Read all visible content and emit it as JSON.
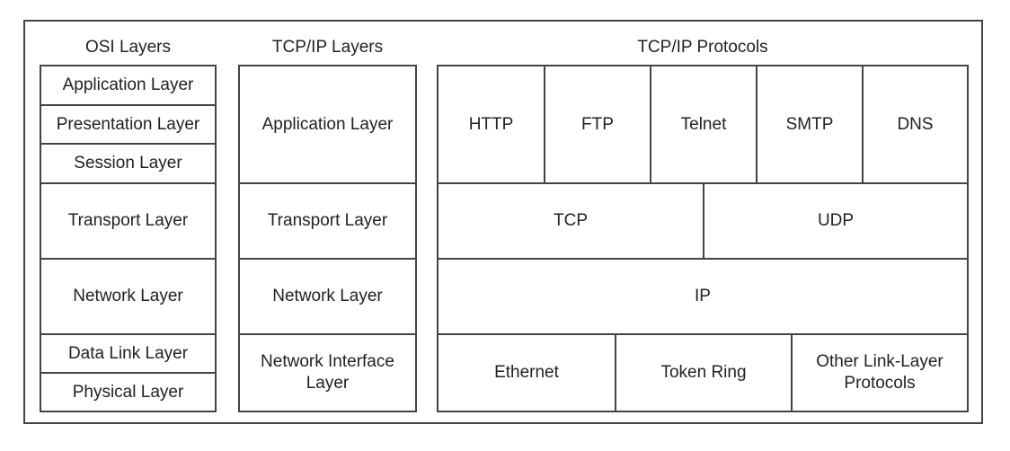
{
  "headers": {
    "osi": "OSI Layers",
    "tcpip": "TCP/IP Layers",
    "protocols": "TCP/IP Protocols"
  },
  "osi_layers": [
    "Application Layer",
    "Presentation Layer",
    "Session Layer",
    "Transport Layer",
    "Network Layer",
    "Data Link Layer",
    "Physical Layer"
  ],
  "tcpip_layers": [
    "Application Layer",
    "Transport Layer",
    "Network Layer",
    "Network Interface Layer"
  ],
  "protocols": {
    "application": [
      "HTTP",
      "FTP",
      "Telnet",
      "SMTP",
      "DNS"
    ],
    "transport": [
      "TCP",
      "UDP"
    ],
    "internet": [
      "IP"
    ],
    "link": [
      "Ethernet",
      "Token Ring",
      "Other Link-Layer Protocols"
    ]
  },
  "colors": {
    "border": "#444444",
    "text": "#222222",
    "background": "#ffffff"
  }
}
